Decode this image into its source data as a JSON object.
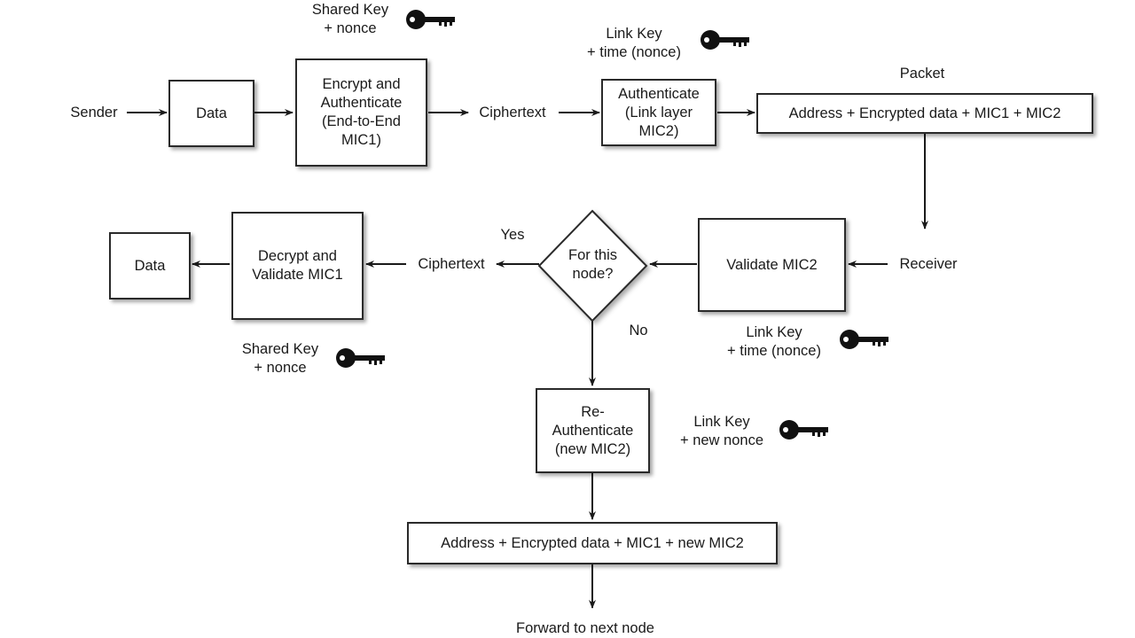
{
  "nodes": {
    "sender": "Sender",
    "data_top": "Data",
    "encrypt": "Encrypt and\nAuthenticate\n(End-to-End\nMIC1)",
    "ciphertext_top": "Ciphertext",
    "authenticate": "Authenticate\n(Link layer\nMIC2)",
    "packet_label": "Packet",
    "packet": "Address + Encrypted data + MIC1 + MIC2",
    "receiver": "Receiver",
    "validate_mic2": "Validate MIC2",
    "decision": "For this\nnode?",
    "yes": "Yes",
    "no": "No",
    "ciphertext_mid": "Ciphertext",
    "decrypt": "Decrypt and\nValidate MIC1",
    "data_mid": "Data",
    "reauth": "Re-\nAuthenticate\n(new MIC2)",
    "forward_packet": "Address + Encrypted data + MIC1 + new MIC2",
    "forward": "Forward to next node"
  },
  "keys": {
    "shared_top": "Shared Key\n+ nonce",
    "link_top": "Link Key\n+ time (nonce)",
    "link_mid": "Link Key\n+ time (nonce)",
    "shared_mid": "Shared Key\n+ nonce",
    "link_new": "Link Key\n+ new nonce"
  }
}
